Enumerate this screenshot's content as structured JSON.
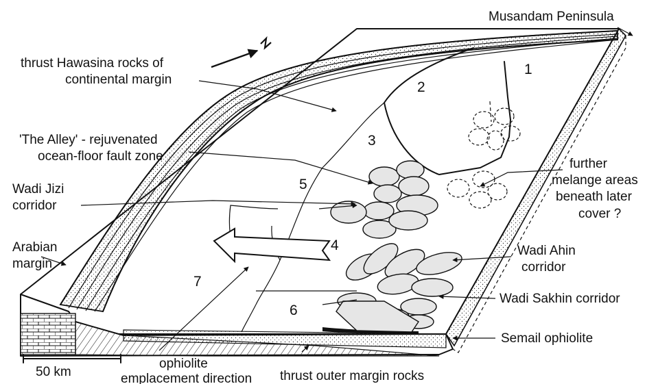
{
  "labels": {
    "musandam": "Musandam Peninsula",
    "hawasina_1": "thrust Hawasina rocks of",
    "hawasina_2": "continental margin",
    "alley_1": "'The Alley' - rejuvenated",
    "alley_2": "ocean-floor fault zone",
    "jizi_1": "Wadi Jizi",
    "jizi_2": "corridor",
    "arabian_1": "Arabian",
    "arabian_2": "margin",
    "further_1": "further",
    "further_2": "melange areas",
    "further_3": "beneath later",
    "further_4": "cover ?",
    "ahin_1": "Wadi Ahin",
    "ahin_2": "corridor",
    "sakhin": "Wadi Sakhin corridor",
    "semail": "Semail ophiolite",
    "scale": "50 km",
    "emplacement_1": "ophiolite",
    "emplacement_2": "emplacement direction",
    "outer": "thrust outer margin rocks"
  },
  "zones": {
    "z1": "1",
    "z2": "2",
    "z3": "3",
    "z4": "4",
    "z5": "5",
    "z6": "6",
    "z7": "7"
  }
}
